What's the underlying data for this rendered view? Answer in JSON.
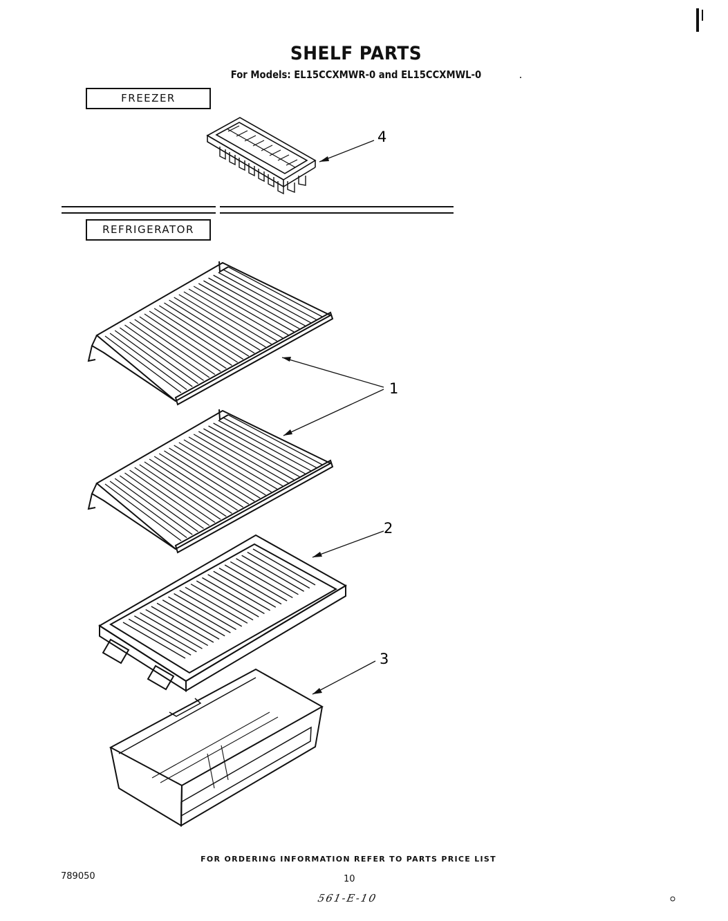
{
  "header": {
    "title": "SHELF PARTS",
    "subtitle": "For Models: EL15CCXMWR-0 and EL15CCXMWL-0"
  },
  "sections": {
    "freezer_label": "FREEZER",
    "refrigerator_label": "REFRIGERATOR"
  },
  "callouts": {
    "ice_tray": "4",
    "wire_shelf": "1",
    "crisper_cover": "2",
    "crisper_pan": "3"
  },
  "footer": {
    "ordering_note": "FOR ORDERING INFORMATION REFER TO PARTS PRICE LIST",
    "document_number": "789050",
    "page_number": "10",
    "handwritten_code": "561-E-10"
  },
  "colors": {
    "ink": "#111111",
    "paper": "#ffffff"
  }
}
